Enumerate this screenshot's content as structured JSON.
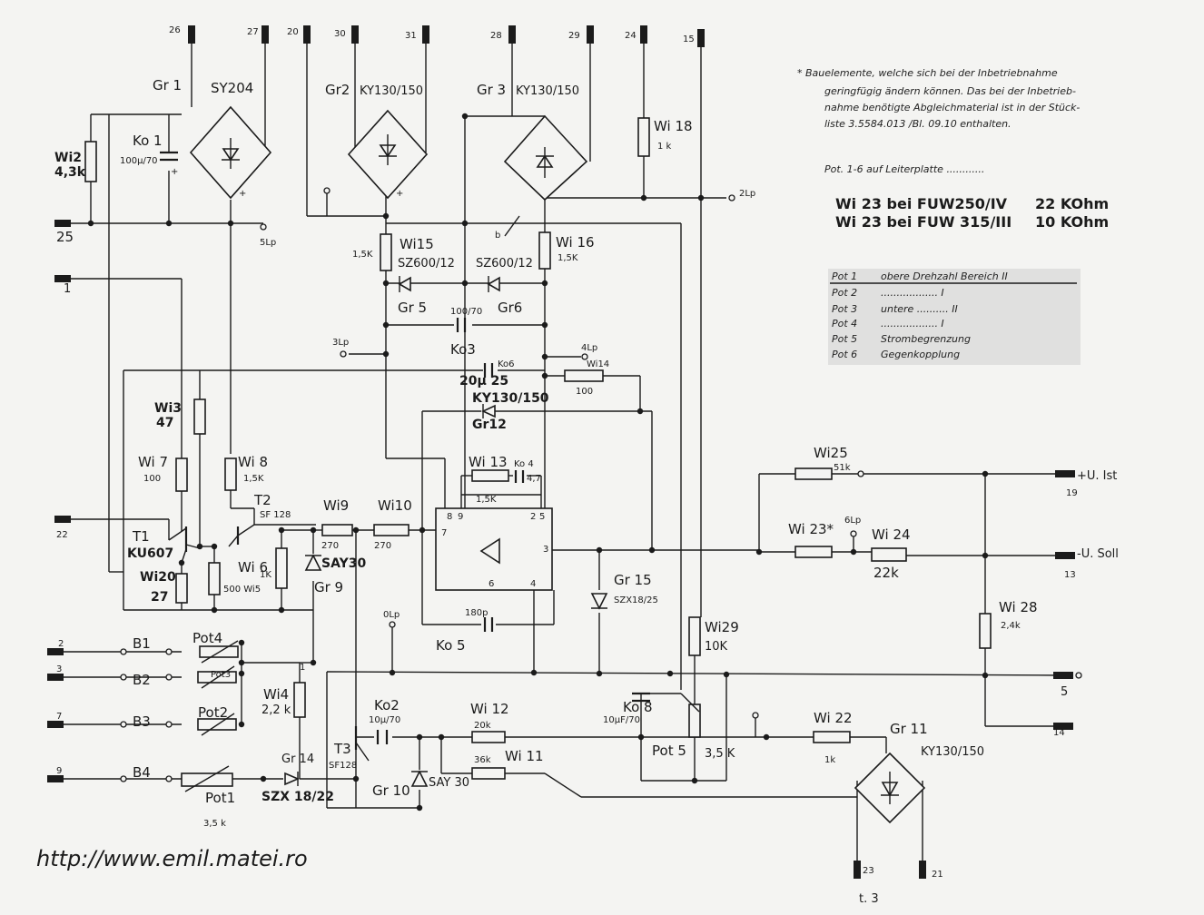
{
  "terminals_top": [
    "26",
    "27",
    "20",
    "30",
    "31",
    "28",
    "29",
    "24",
    "15"
  ],
  "terminals_left": [
    "25",
    "1",
    "22",
    "2",
    "3",
    "7",
    "9"
  ],
  "terminals_right": [
    "+U. Ist",
    "19",
    "-U. Soll",
    "13",
    "5",
    "14"
  ],
  "terminals_bottom": [
    "23",
    "21"
  ],
  "bottom_label": "t. 3",
  "rectifiers": {
    "gr1": "Gr 1",
    "gr1_type": "SY204",
    "gr2": "Gr2",
    "gr2_type": "KY130/150",
    "gr3": "Gr 3",
    "gr3_type": "KY130/150",
    "gr11": "Gr 11",
    "gr11_type": "KY130/150"
  },
  "resistors": {
    "wi2": "Wi2",
    "wi2_val": "4,3k",
    "wi18": "Wi 18",
    "wi18_val": "1 k",
    "wi15": "Wi15",
    "wi15_val": "1,5K",
    "wi16": "Wi 16",
    "wi16_val": "1,5K",
    "wi3": "Wi3",
    "wi3_val": "47",
    "wi7": "Wi 7",
    "wi7_val": "100",
    "wi8": "Wi 8",
    "wi8_val": "1,5K",
    "wi20": "Wi20",
    "wi20_val": "27",
    "wi6": "Wi 6",
    "wi5": "500 Wi5",
    "wi9": "Wi9",
    "wi9_val": "270",
    "wi10": "Wi10",
    "wi10_val": "270",
    "wi13": "Wi 13",
    "wi13_val": "1,5K",
    "wi14": "Wi14",
    "wi14_val": "100",
    "wi4": "Wi4",
    "wi4_val": "2,2 k",
    "wi12": "Wi 12",
    "wi12_val": "20k",
    "wi11": "Wi 11",
    "wi11_val": "36k",
    "wi29": "Wi29",
    "wi29_val": "10K",
    "wi22": "Wi 22",
    "wi22_val": "1k",
    "wi25": "Wi25",
    "wi25_val": "51k",
    "wi23": "Wi 23*",
    "wi24": "Wi 24",
    "wi24_val": "22k",
    "wi28": "Wi 28",
    "wi28_val": "2,4k",
    "r1k": "1K"
  },
  "capacitors": {
    "ko1": "Ko 1",
    "ko1_val": "100µ/70",
    "ko3": "Ko3",
    "ko3_val": "100/70",
    "ko6": "Ko6",
    "ko6_val": "20µ 25",
    "ko4": "Ko 4",
    "ko4_val": "4,7",
    "ko5": "Ko 5",
    "ko5_val": "180p",
    "ko2": "Ko2",
    "ko2_val": "10µ/70",
    "ko8": "Ko 8",
    "ko8_val": "10µF/70"
  },
  "diodes": {
    "gr5": "Gr 5",
    "gr5_type": "SZ600/12",
    "gr6": "Gr6",
    "gr6_type": "SZ600/12",
    "gr12": "Gr12",
    "gr12_type": "KY130/150",
    "gr9": "Gr 9",
    "gr9_type": "SAY30",
    "gr15": "Gr 15",
    "gr15_type": "SZX18/25",
    "gr14": "Gr 14",
    "gr14_type": "SZX 18/22",
    "gr10": "Gr 10",
    "gr10_type": "SAY 30"
  },
  "transistors": {
    "t1": "T1",
    "t1_type": "KU607",
    "t2": "T2",
    "t2_type": "SF 128",
    "t3": "T3",
    "t3_type": "SF128"
  },
  "pots": {
    "pot1": "Pot1",
    "pot1_val": "3,5 k",
    "pot2": "Pot2",
    "pot3": "Pot3",
    "pot4": "Pot4",
    "pot5": "Pot 5",
    "pot5_val": "3,5 K"
  },
  "bridges": [
    "B1",
    "B2",
    "B3",
    "B4"
  ],
  "opamp_pins": [
    "8",
    "9",
    "7",
    "2",
    "5",
    "3",
    "6",
    "4"
  ],
  "test_points": [
    "5Lp",
    "2Lp",
    "3Lp",
    "4Lp",
    "0Lp",
    "6Lp",
    "b",
    "1"
  ],
  "notes": {
    "line1": "* Bauelemente, welche sich bei der Inbetriebnahme",
    "line2": "geringfügig ändern können. Das bei der Inbetrieb-",
    "line3": "nahme benötigte Abgleichmaterial ist in der Stück-",
    "line4": "liste 3.5584.013 /Bl. 09.10 enthalten.",
    "line5": "Pot. 1-6 auf Leiterplatte ............",
    "wi23a": "Wi 23 bei FUW250/IV",
    "wi23a_val": "22 KOhm",
    "wi23b": "Wi 23 bei FUW 315/III",
    "wi23b_val": "10 KOhm"
  },
  "pot_table": [
    {
      "pot": "Pot 1",
      "desc": "obere Drehzahl   Bereich II"
    },
    {
      "pot": "Pot 2",
      "desc": "..................  I"
    },
    {
      "pot": "Pot 3",
      "desc": "untere  ..........  II"
    },
    {
      "pot": "Pot 4",
      "desc": "..................  I"
    },
    {
      "pot": "Pot 5",
      "desc": "Strombegrenzung"
    },
    {
      "pot": "Pot 6",
      "desc": "Gegenkopplung"
    }
  ],
  "url": "http://www.emil.matei.ro"
}
